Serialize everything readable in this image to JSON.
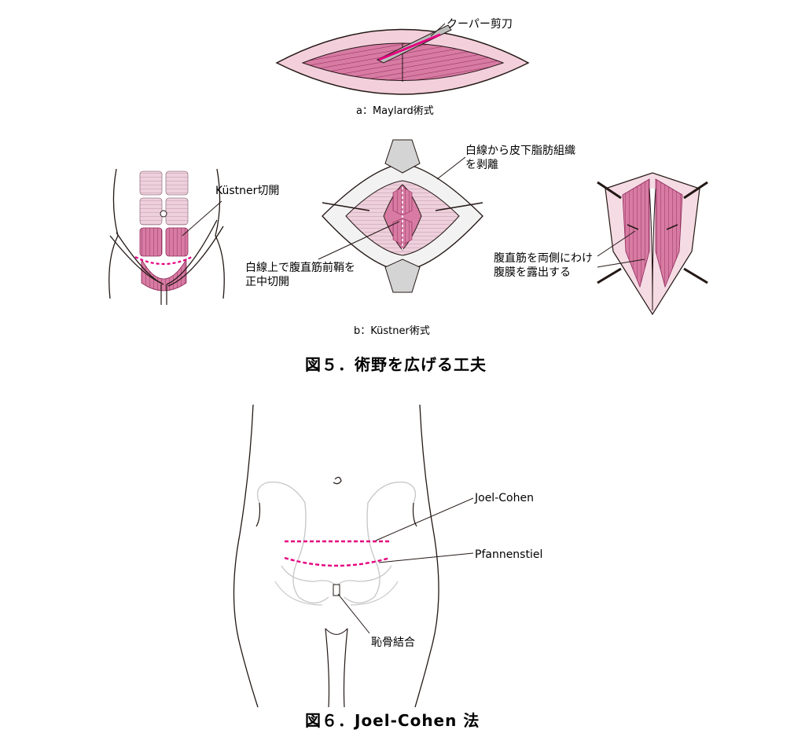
{
  "fig5": {
    "a": {
      "scissors_label": "クーパー剪刀",
      "caption": "a：Maylard術式"
    },
    "b": {
      "kustner_label": "Küstner切開",
      "dissect_label_1": "白線から皮下脂肪組織",
      "dissect_label_2": "を剥離",
      "midline_label_1": "白線上で腹直筋前鞘を",
      "midline_label_2": "正中切開",
      "rectus_label_1": "腹直筋を両側にわけ",
      "rectus_label_2": "腹膜を露出する",
      "caption": "b：Küstner術式"
    },
    "title": "図５．術野を広げる工夫"
  },
  "fig6": {
    "joel_label": "Joel-Cohen",
    "pfann_label": "Pfannenstiel",
    "pubic_label": "恥骨結合",
    "title": "図６．Joel-Cohen 法"
  },
  "colors": {
    "magenta": "#e4007f",
    "muscle": "#d77ba3",
    "muscle_light": "#e8c3d3",
    "skin": "#f5dbe4",
    "line": "#231815",
    "bone": "#c9c9c9"
  }
}
